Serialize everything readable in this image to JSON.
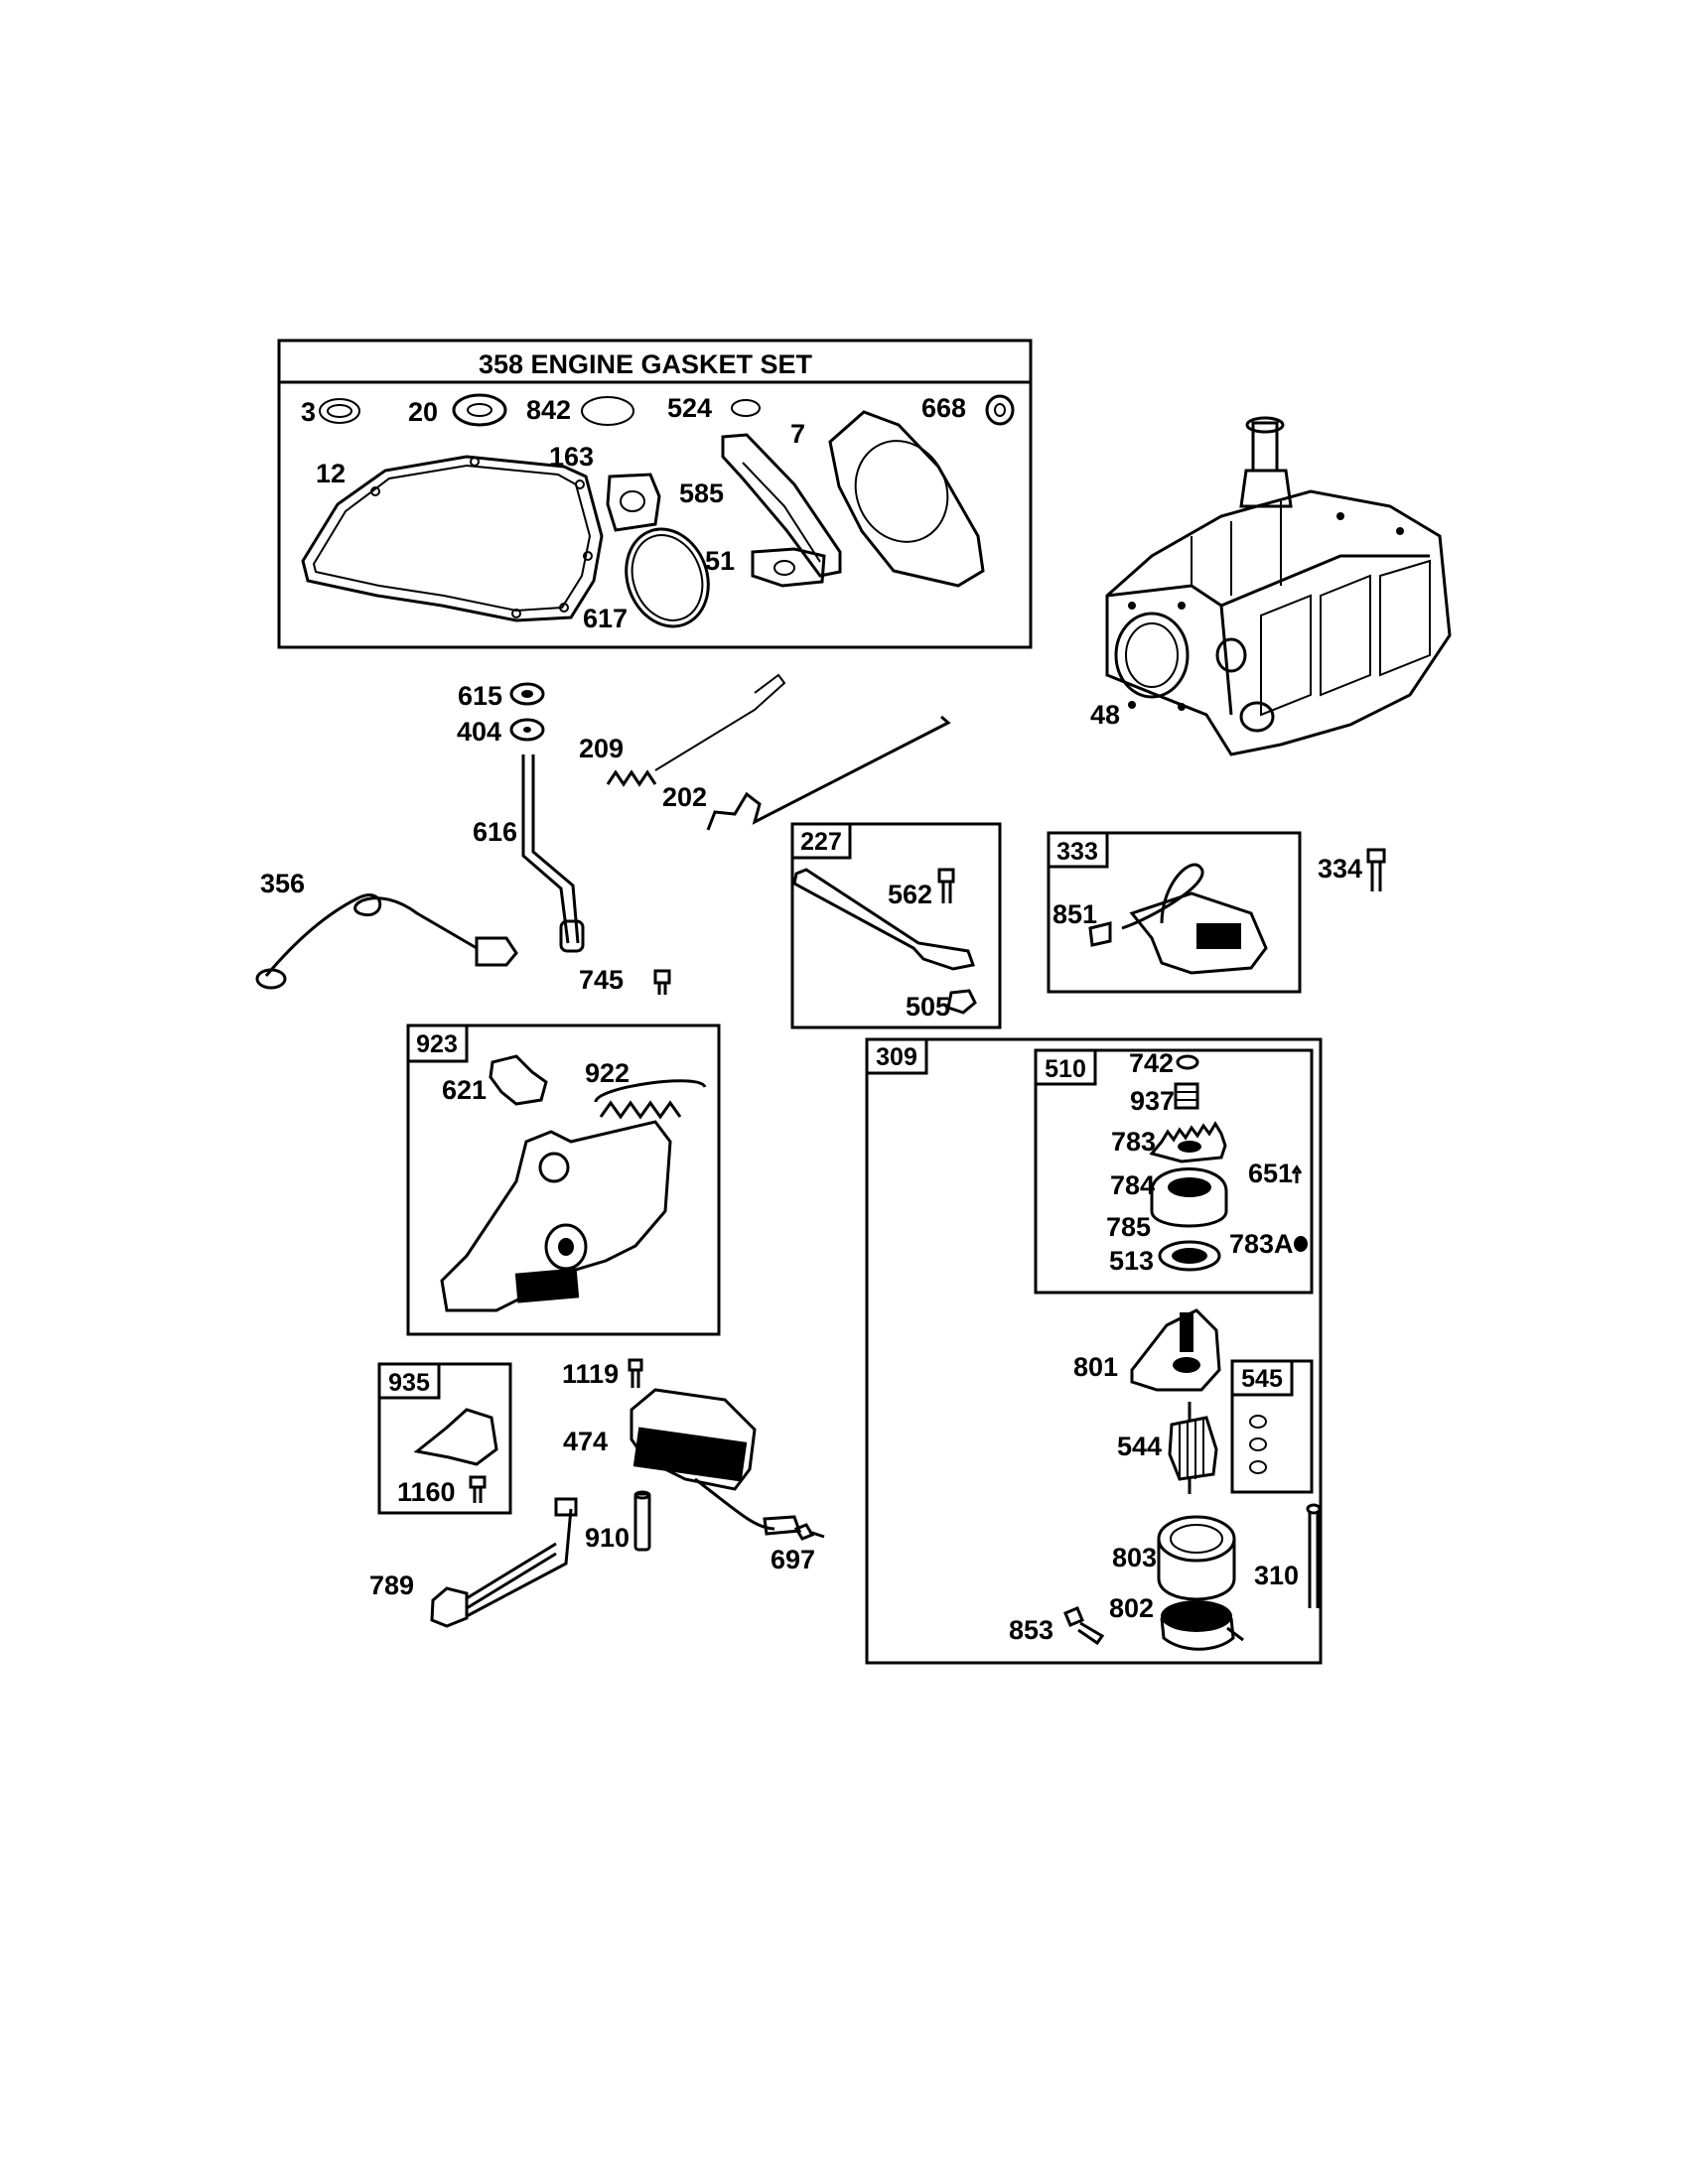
{
  "gasket_set": {
    "number": "358",
    "title": "358 ENGINE GASKET SET"
  },
  "groups": {
    "g227": "227",
    "g333": "333",
    "g923": "923",
    "g935": "935",
    "g309": "309",
    "g510": "510",
    "g545": "545"
  },
  "labels": {
    "p3": "3",
    "p20": "20",
    "p842": "842",
    "p524": "524",
    "p7": "7",
    "p668": "668",
    "p12": "12",
    "p163": "163",
    "p585": "585",
    "p51": "51",
    "p617": "617",
    "p48": "48",
    "p615": "615",
    "p404": "404",
    "p209": "209",
    "p202": "202",
    "p616": "616",
    "p356": "356",
    "p745": "745",
    "p562": "562",
    "p505": "505",
    "p334": "334",
    "p851": "851",
    "p621": "621",
    "p922": "922",
    "p742": "742",
    "p937": "937",
    "p783": "783",
    "p651": "651",
    "p784": "784",
    "p785": "785",
    "p783a": "783A",
    "p513": "513",
    "p801": "801",
    "p544": "544",
    "p803": "803",
    "p310": "310",
    "p802": "802",
    "p853": "853",
    "p1119": "1119",
    "p474": "474",
    "p1160": "1160",
    "p910": "910",
    "p697": "697",
    "p789": "789"
  }
}
